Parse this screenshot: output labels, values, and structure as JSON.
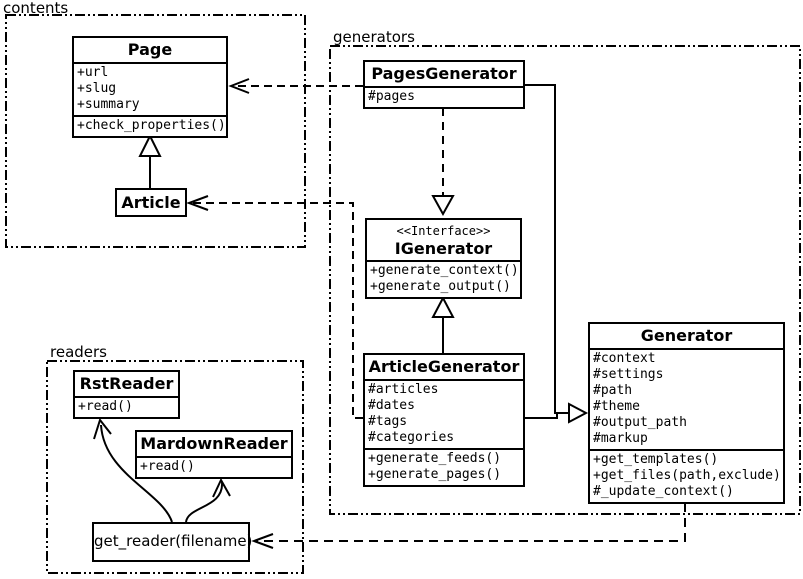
{
  "colors": {
    "line": "#000000",
    "background": "#ffffff",
    "box_fill": "#ffffff"
  },
  "packages": {
    "contents": {
      "label": "contents"
    },
    "generators": {
      "label": "generators"
    },
    "readers": {
      "label": "readers"
    }
  },
  "classes": {
    "page": {
      "title": "Page",
      "attributes": [
        "+url",
        "+slug",
        "+summary"
      ],
      "methods": [
        "+check_properties()"
      ]
    },
    "article": {
      "title": "Article"
    },
    "pages_generator": {
      "title": "PagesGenerator",
      "attributes": [
        "#pages"
      ]
    },
    "igenerator": {
      "stereotype": "<<Interface>>",
      "title": "IGenerator",
      "methods": [
        "+generate_context()",
        "+generate_output()"
      ]
    },
    "article_generator": {
      "title": "ArticleGenerator",
      "attributes": [
        "#articles",
        "#dates",
        "#tags",
        "#categories"
      ],
      "methods": [
        "+generate_feeds()",
        "+generate_pages()"
      ]
    },
    "generator": {
      "title": "Generator",
      "attributes": [
        "#context",
        "#settings",
        "#path",
        "#theme",
        "#output_path",
        "#markup"
      ],
      "methods": [
        "+get_templates()",
        "+get_files(path,exclude)",
        "#_update_context()"
      ]
    },
    "rst_reader": {
      "title": "RstReader",
      "methods": [
        "+read()"
      ]
    },
    "mardown_reader": {
      "title": "MardownReader",
      "methods": [
        "+read()"
      ]
    }
  },
  "nodes": {
    "get_reader": {
      "label": "get_reader(filename)"
    }
  }
}
